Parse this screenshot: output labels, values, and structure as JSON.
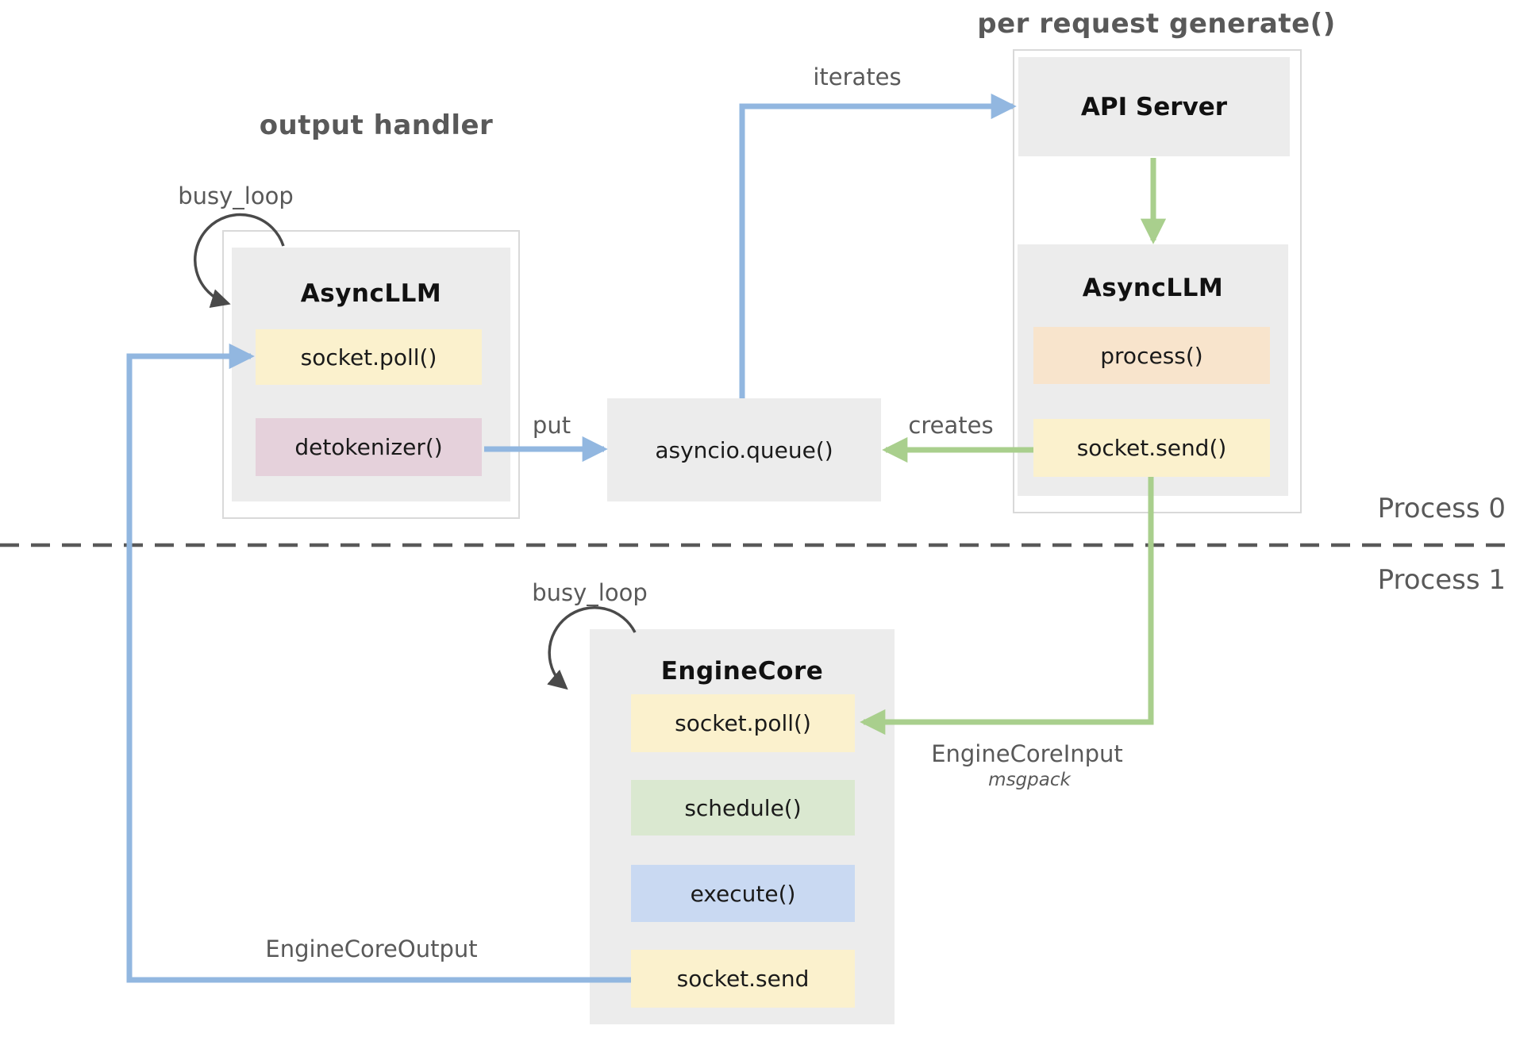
{
  "section_titles": {
    "output_handler": "output handler",
    "per_request_generate": "per request generate()"
  },
  "process_boundary": {
    "process0": "Process 0",
    "process1": "Process 1"
  },
  "output_handler_group": {
    "busy_loop": "busy_loop",
    "async_llm": {
      "title": "AsyncLLM",
      "socket_poll": "socket.poll()",
      "detokenizer": "detokenizer()"
    }
  },
  "queue_box": {
    "label": "asyncio.queue()"
  },
  "generate_group": {
    "api_server": {
      "title": "API Server"
    },
    "async_llm": {
      "title": "AsyncLLM",
      "process": "process()",
      "socket_send": "socket.send()"
    }
  },
  "engine_core_group": {
    "busy_loop": "busy_loop",
    "engine_core": {
      "title": "EngineCore",
      "socket_poll": "socket.poll()",
      "schedule": "schedule()",
      "execute": "execute()",
      "socket_send": "socket.send"
    }
  },
  "arrows": {
    "iterates": "iterates",
    "put": "put",
    "creates": "creates",
    "engine_core_input": {
      "label": "EngineCoreInput",
      "format": "msgpack"
    },
    "engine_core_output": {
      "label": "EngineCoreOutput"
    }
  },
  "colors": {
    "background": "#ffffff",
    "container_border": "#d9d9d9",
    "group_gray": "#ececec",
    "method_yellow": "#fbf1cd",
    "method_pink": "#e5d1db",
    "method_peach": "#f8e4cc",
    "method_green": "#dae8d0",
    "method_blue": "#c9d9f2",
    "arrow_blue": "#92b7e0",
    "arrow_green": "#a9cf8d",
    "annotation_gray": "#595959",
    "loop_arrow_dark": "#4a4a4a"
  }
}
